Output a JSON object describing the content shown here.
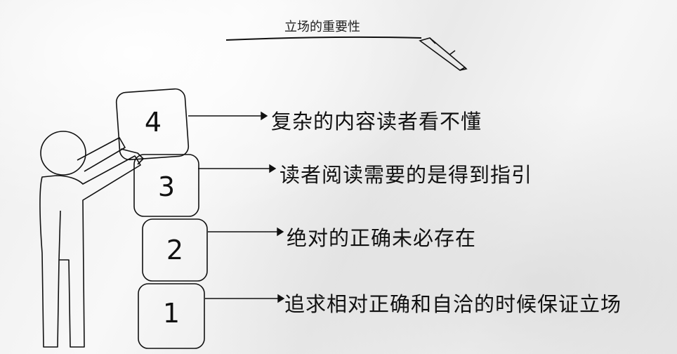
{
  "title": "立场的重要性",
  "steps": [
    {
      "number": "4",
      "text": "复杂的内容读者看不懂"
    },
    {
      "number": "3",
      "text": "读者阅读需要的是得到指引"
    },
    {
      "number": "2",
      "text": "绝对的正确未必存在"
    },
    {
      "number": "1",
      "text": "追求相对正确和自洽的时候保证立场"
    }
  ],
  "colors": {
    "ink": "#111111",
    "paper": "#f1f1f1"
  },
  "icons": [
    "pen-icon",
    "stick-figure-icon"
  ]
}
